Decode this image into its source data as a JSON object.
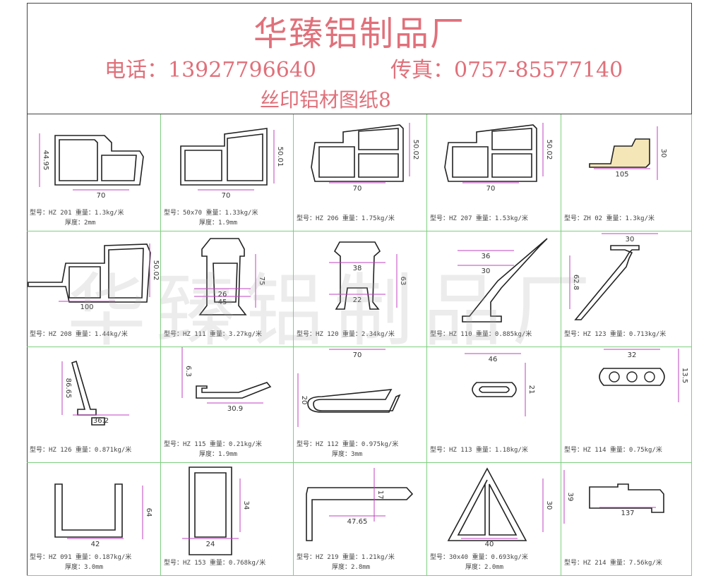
{
  "header": {
    "title": "华臻铝制品厂",
    "phone": "电话：13927796640",
    "fax": "传真：0757-85577140",
    "subtitle": "丝印铝材图纸8"
  },
  "watermark": "华臻铝制品厂",
  "colors": {
    "header_text": "#e0707a",
    "grid_line": "#7ecf7e",
    "dimension": "#c040c0",
    "fill": "#f5e6b8"
  },
  "products": [
    {
      "model": "型号：HZ 201  重量：1.3kg/米",
      "extra": "厚度：2mm",
      "dims": [
        "44.95",
        "70"
      ]
    },
    {
      "model": "型号：50x70  重量：1.33kg/米",
      "extra": "厚度：1.9mm",
      "dims": [
        "50.01",
        "70"
      ]
    },
    {
      "model": "型号：HZ 206  重量：1.75kg/米",
      "extra": "",
      "dims": [
        "50.02",
        "70"
      ]
    },
    {
      "model": "型号：HZ 207  重量：1.53kg/米",
      "extra": "",
      "dims": [
        "50.02",
        "70"
      ]
    },
    {
      "model": "型号：ZH 02  重量：1.3kg/米",
      "extra": "",
      "dims": [
        "30",
        "105"
      ]
    },
    {
      "model": "型号：HZ 208  重量：1.44kg/米",
      "extra": "",
      "dims": [
        "50.02",
        "100"
      ]
    },
    {
      "model": "型号：HZ 111  重量：3.27kg/米",
      "extra": "",
      "dims": [
        "75",
        "45",
        "26"
      ]
    },
    {
      "model": "型号：HZ 120  重量：2.34kg/米",
      "extra": "",
      "dims": [
        "63",
        "38",
        "22"
      ]
    },
    {
      "model": "型号：HZ 110  重量：0.885kg/米",
      "extra": "",
      "dims": [
        "36",
        "30"
      ]
    },
    {
      "model": "型号：HZ 123  重量：0.713kg/米",
      "extra": "",
      "dims": [
        "62.8",
        "30"
      ]
    },
    {
      "model": "型号：HZ 126  重量：0.871kg/米",
      "extra": "",
      "dims": [
        "86.65",
        "36.2"
      ]
    },
    {
      "model": "型号：HZ 115  重量：0.21kg/米",
      "extra": "厚度：1.9mm",
      "dims": [
        "6.3",
        "30.9"
      ]
    },
    {
      "model": "型号：HZ 112  重量：0.975kg/米",
      "extra": "厚度：3mm",
      "dims": [
        "70",
        "20"
      ]
    },
    {
      "model": "型号：HZ 113  重量：1.18kg/米",
      "extra": "",
      "dims": [
        "46",
        "21"
      ]
    },
    {
      "model": "型号：HZ 114  重量：0.75kg/米",
      "extra": "",
      "dims": [
        "32",
        "13.5"
      ]
    },
    {
      "model": "型号：HZ 091  重量：0.187kg/米",
      "extra": "厚度：3.0mm",
      "dims": [
        "64",
        "42"
      ]
    },
    {
      "model": "型号：HZ 153  重量：0.768kg/米",
      "extra": "",
      "dims": [
        "34",
        "24"
      ]
    },
    {
      "model": "型号：HZ 219  重量：1.21kg/米",
      "extra": "厚度：2.8mm",
      "dims": [
        "17",
        "47.65"
      ]
    },
    {
      "model": "型号：30x40  重量：0.693kg/米",
      "extra": "厚度：2.0mm",
      "dims": [
        "30",
        "40"
      ]
    },
    {
      "model": "型号：HZ 214  重量：7.56kg/米",
      "extra": "",
      "dims": [
        "39",
        "137"
      ]
    }
  ]
}
